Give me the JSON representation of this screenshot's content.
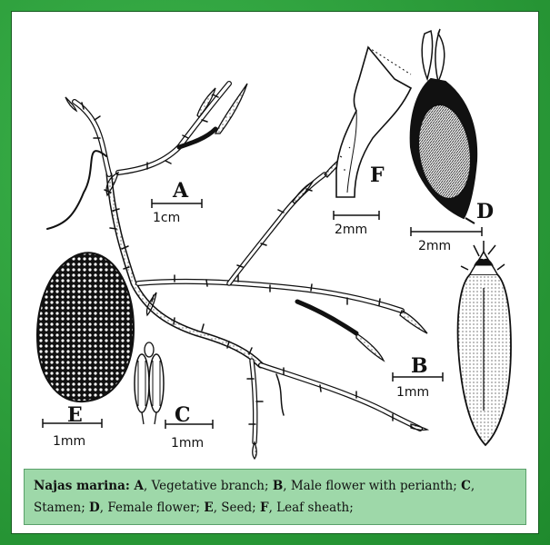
{
  "labels": {
    "A": "A",
    "B": "B",
    "C": "C",
    "D": "D",
    "E": "E",
    "F": "F"
  },
  "scales": {
    "A": "1cm",
    "B": "1mm",
    "C": "1mm",
    "D": "2mm",
    "E": "1mm",
    "F": "2mm"
  },
  "caption": {
    "species": "Najas marina",
    "sep": ": ",
    "parts": [
      {
        "key": "A",
        "text": ", Vegetative branch; "
      },
      {
        "key": "B",
        "text": ", Male flower  with perianth; "
      },
      {
        "key": "C",
        "text": ", Stamen; "
      },
      {
        "key": "D",
        "text": ", Female flower; "
      },
      {
        "key": "E",
        "text": ", Seed; "
      },
      {
        "key": "F",
        "text": ", Leaf sheath;"
      }
    ]
  },
  "colors": {
    "frame": "#2a9a3a",
    "caption_bg": "#9ed8a9",
    "ink": "#111111"
  }
}
